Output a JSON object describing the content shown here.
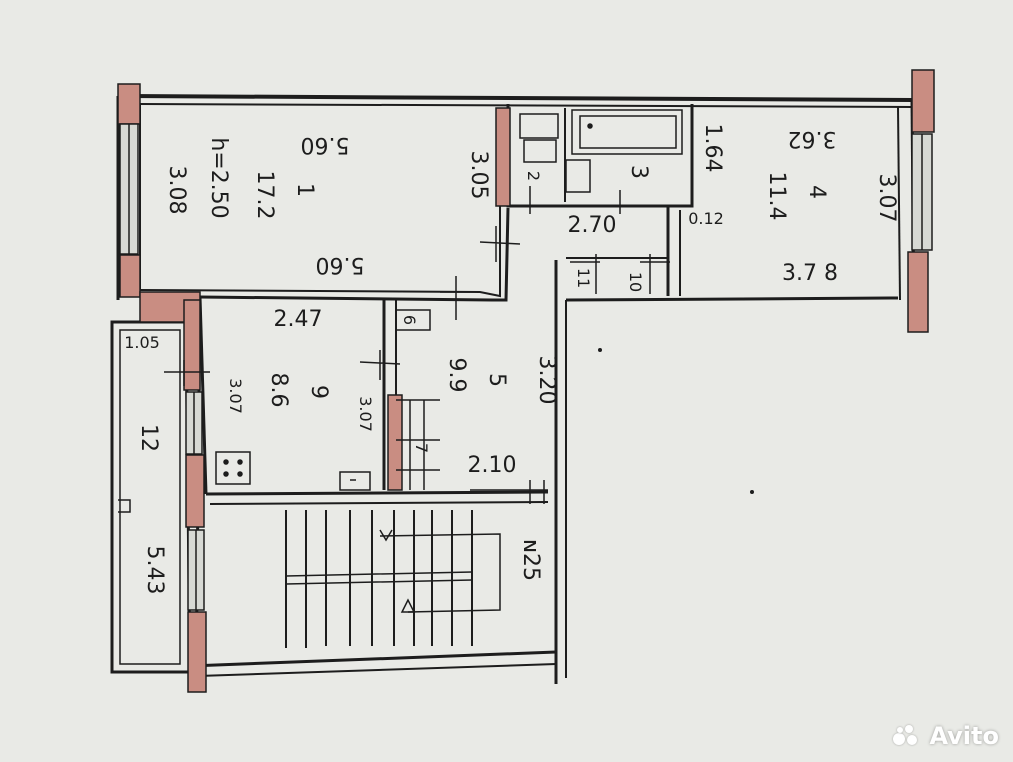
{
  "rooms": {
    "r1": {
      "number": "1",
      "area": "17.2",
      "ceiling": "h=2.50",
      "top": "5.60",
      "bottom": "5.60",
      "left": "3.08",
      "right": "3.05"
    },
    "r2": {
      "number": "2"
    },
    "r3": {
      "number": "3"
    },
    "r4": {
      "number": "4",
      "area": "11.4",
      "top": "3.62",
      "bottom": "3.7 8",
      "left": "1.64",
      "right": "3.07",
      "extra": "0.12"
    },
    "r5": {
      "number": "5",
      "area": "9.9",
      "top": "2.70",
      "right": "3.20",
      "bottom": "2.10"
    },
    "r6": {
      "number": "6"
    },
    "r7": {
      "number": "7"
    },
    "r9": {
      "number": "9",
      "area": "8.6",
      "top": "2.47",
      "left": "3.07",
      "right": "3.07"
    },
    "r10": {
      "number": "10"
    },
    "r11": {
      "number": "11"
    },
    "r12": {
      "number": "12",
      "top": "1.05",
      "side": "5.43"
    },
    "stairs": {
      "label": "ɴ25"
    }
  },
  "watermark": {
    "text": "Avito"
  },
  "colors": {
    "paper": "#e9eae6",
    "ink": "#1d1d1d",
    "wall_fill": "#c98d82"
  }
}
